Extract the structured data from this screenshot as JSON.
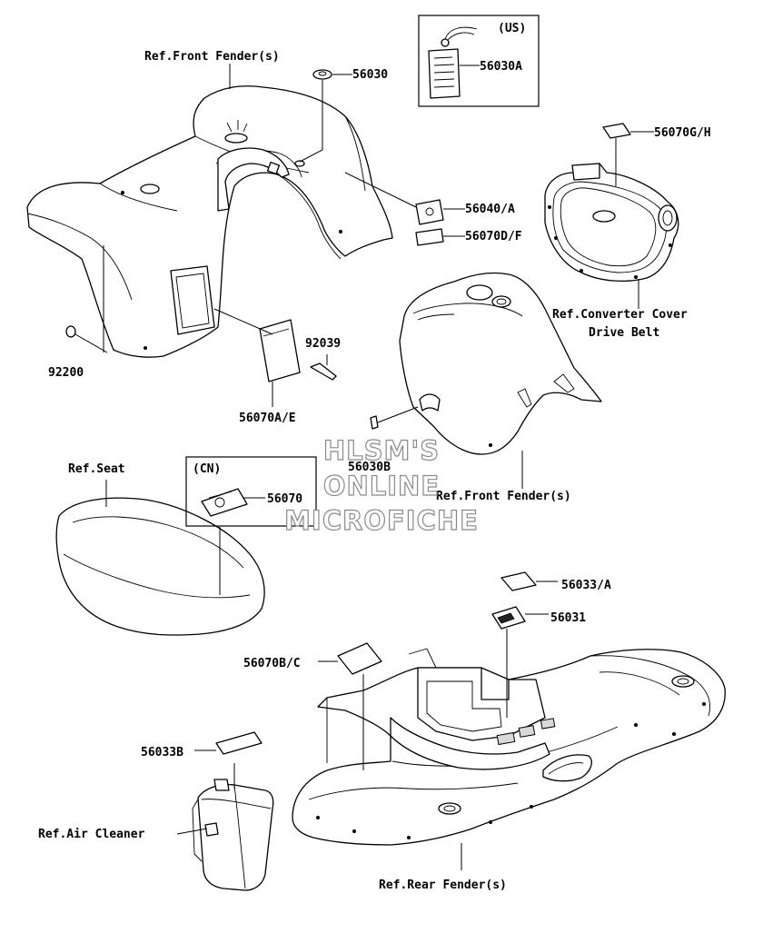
{
  "labels": {
    "ref_front_fender_top": "Ref.Front Fender(s)",
    "p56030": "56030",
    "us": "(US)",
    "p56030A": "56030A",
    "p56070GH": "56070G/H",
    "p56040A": "56040/A",
    "p56070DF": "56070D/F",
    "ref_converter_cover": "Ref.Converter Cover",
    "drive_belt": "Drive Belt",
    "p92039": "92039",
    "p92200": "92200",
    "p56070AE": "56070A/E",
    "p56030B": "56030B",
    "ref_seat": "Ref.Seat",
    "cn": "(CN)",
    "p56070": "56070",
    "ref_front_fender_mid": "Ref.Front Fender(s)",
    "p56033A": "56033/A",
    "p56031": "56031",
    "p56070BC": "56070B/C",
    "p56033B": "56033B",
    "ref_air_cleaner": "Ref.Air Cleaner",
    "ref_rear_fender": "Ref.Rear Fender(s)"
  },
  "watermark": {
    "line1": "HLSM'S",
    "line2": "ONLINE",
    "line3": "MICROFICHE"
  }
}
